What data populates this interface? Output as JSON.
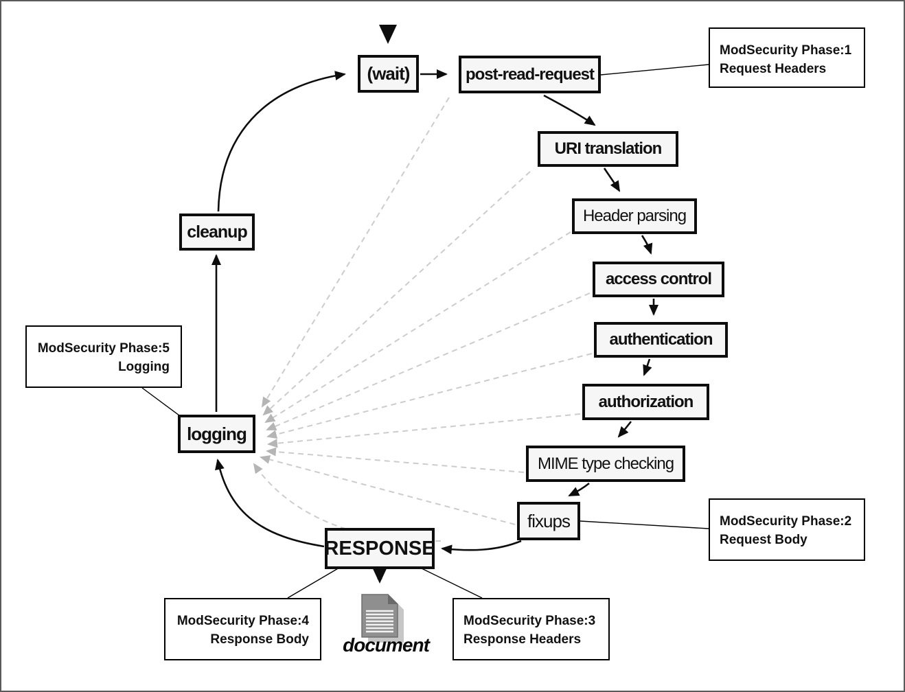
{
  "diagram_name": "apache-request-cycle-modsecurity-phases",
  "nodes": [
    {
      "id": "wait",
      "label": "(wait)"
    },
    {
      "id": "post-read-request",
      "label": "post-read-request"
    },
    {
      "id": "uri-translation",
      "label": "URI translation"
    },
    {
      "id": "header-parsing",
      "label": "Header parsing"
    },
    {
      "id": "access-control",
      "label": "access control"
    },
    {
      "id": "authentication",
      "label": "authentication"
    },
    {
      "id": "authorization",
      "label": "authorization"
    },
    {
      "id": "mime-type-checking",
      "label": "MIME type checking"
    },
    {
      "id": "fixups",
      "label": "fixups"
    },
    {
      "id": "response",
      "label": "RESPONSE"
    },
    {
      "id": "logging",
      "label": "logging"
    },
    {
      "id": "cleanup",
      "label": "cleanup"
    }
  ],
  "annotations": [
    {
      "id": "phase1",
      "line1": "ModSecurity Phase:1",
      "line2": "Request Headers"
    },
    {
      "id": "phase2",
      "line1": "ModSecurity Phase:2",
      "line2": "Request Body"
    },
    {
      "id": "phase3",
      "line1": "ModSecurity Phase:3",
      "line2": "Response Headers"
    },
    {
      "id": "phase4",
      "line1": "ModSecurity Phase:4",
      "line2": "Response Body"
    },
    {
      "id": "phase5",
      "line1": "ModSecurity Phase:5",
      "line2": "Logging"
    }
  ],
  "document": {
    "label": "document"
  },
  "colors": {
    "node_fill": "#f6f6f6",
    "node_border": "#0d0d0d",
    "dashed_line": "#cccccc",
    "dashed_arrowhead": "#b5b5b5",
    "background": "#ffffff",
    "frame": "#5a5a5a"
  }
}
